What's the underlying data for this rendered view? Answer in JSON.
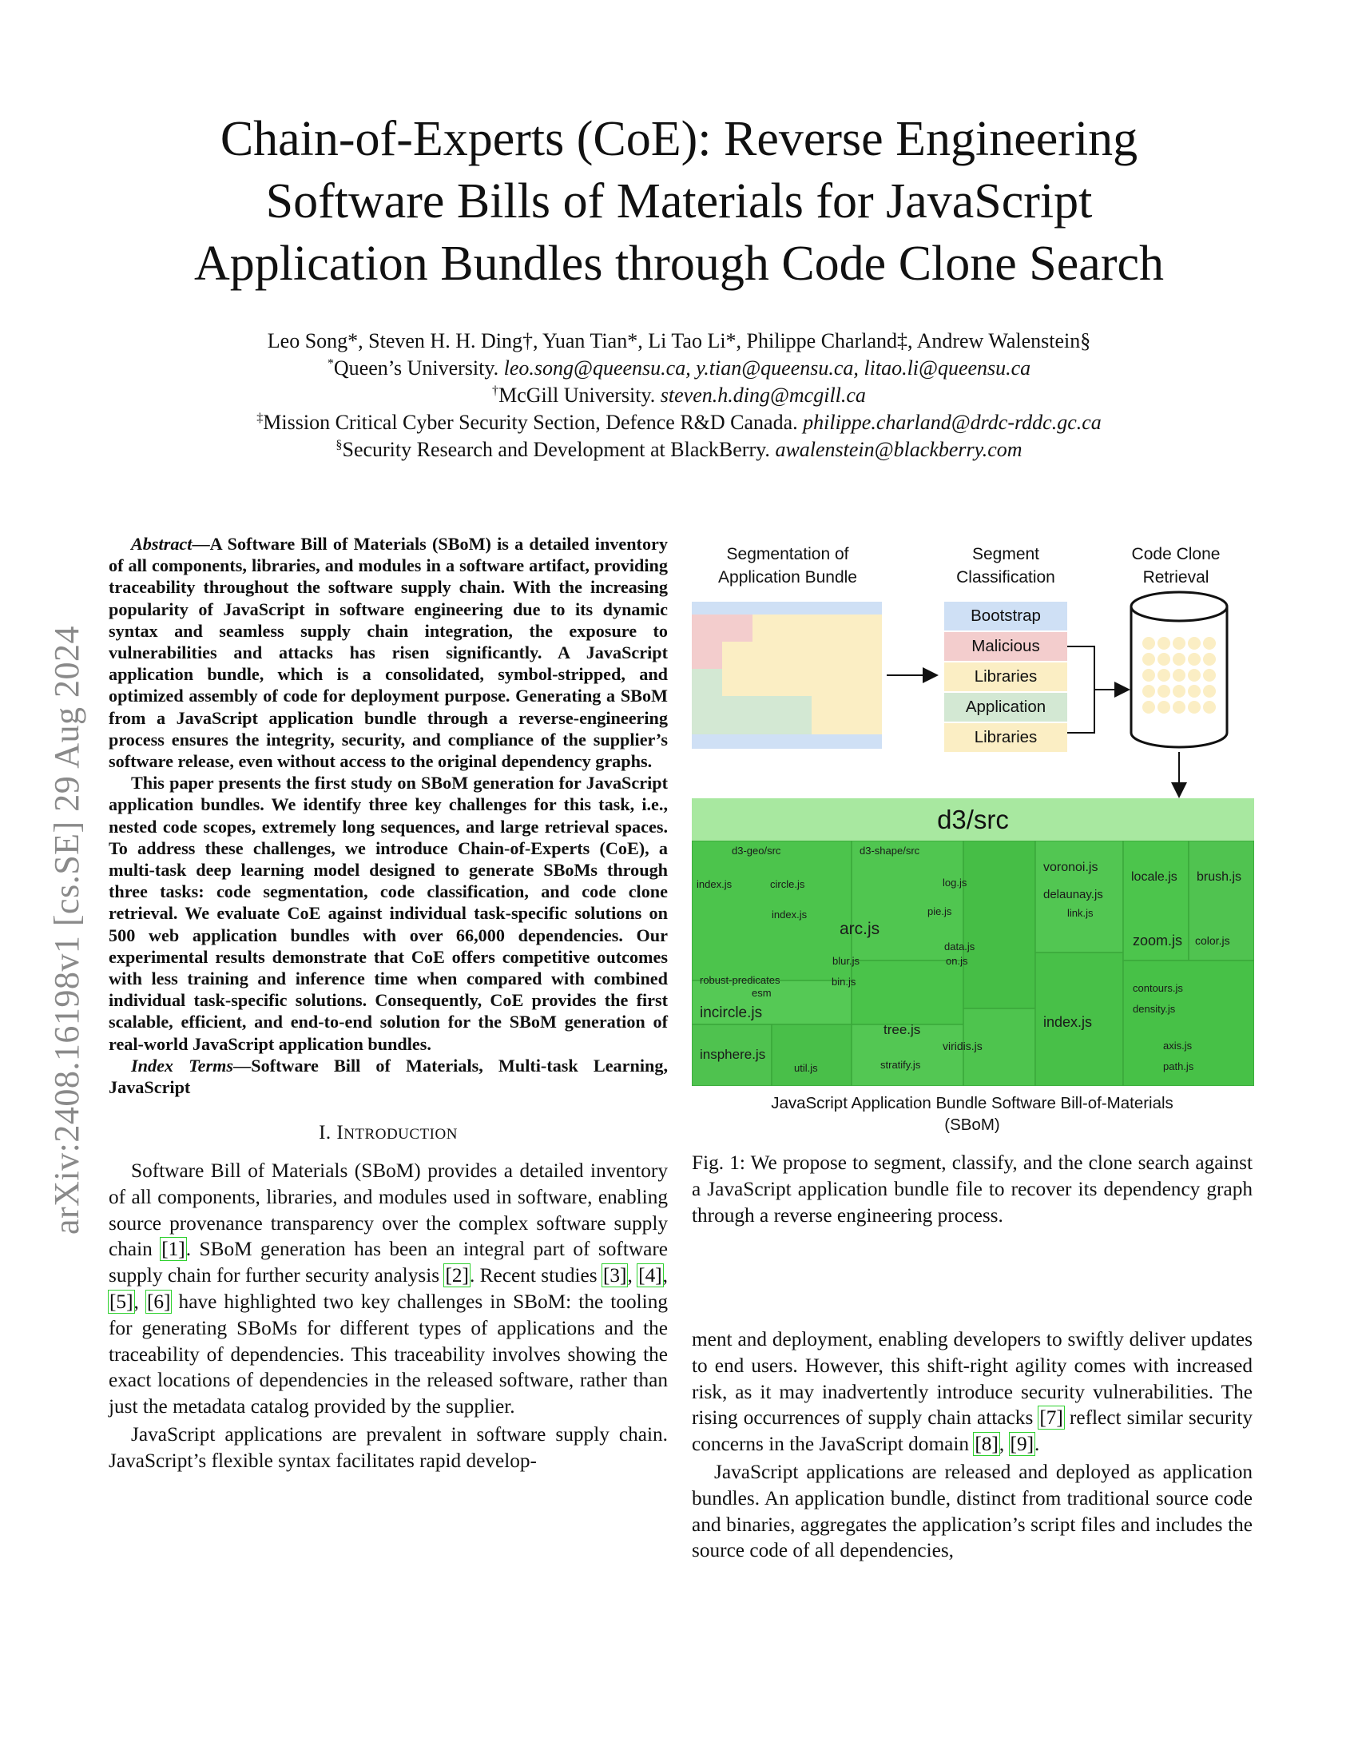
{
  "arxiv_stamp": "arXiv:2408.16198v1  [cs.SE]  29 Aug 2024",
  "title_lines": [
    "Chain-of-Experts (CoE): Reverse Engineering",
    "Software Bills of Materials for JavaScript",
    "Application Bundles through Code Clone Search"
  ],
  "authors": {
    "names": "Leo Song*, Steven H. H. Ding†, Yuan Tian*, Li Tao Li*, Philippe Charland‡, Andrew Walenstein§",
    "aff1_mark": "*",
    "aff1_text": "Queen’s University. ",
    "aff1_email": "leo.song@queensu.ca, y.tian@queensu.ca, litao.li@queensu.ca",
    "aff2_mark": "†",
    "aff2_text": "McGill University. ",
    "aff2_email": "steven.h.ding@mcgill.ca",
    "aff3_mark": "‡",
    "aff3_text": "Mission Critical Cyber Security Section, Defence R&D Canada. ",
    "aff3_email": "philippe.charland@drdc-rddc.gc.ca",
    "aff4_mark": "§",
    "aff4_text": "Security Research and Development at BlackBerry. ",
    "aff4_email": "awalenstein@blackberry.com"
  },
  "abstract": {
    "label": "Abstract",
    "dash": "—",
    "p1": "A Software Bill of Materials (SBoM) is a detailed inventory of all components, libraries, and modules in a software artifact, providing traceability throughout the software supply chain. With the increasing popularity of JavaScript in software engineering due to its dynamic syntax and seamless supply chain integration, the exposure to vulnerabilities and attacks has risen significantly. A JavaScript application bundle, which is a consolidated, symbol-stripped, and optimized assembly of code for deployment purpose. Generating a SBoM from a JavaScript application bundle through a reverse-engineering process ensures the integrity, security, and compliance of the supplier’s software release, even without access to the original dependency graphs.",
    "p2": "This paper presents the first study on SBoM generation for JavaScript application bundles. We identify three key challenges for this task, i.e., nested code scopes, extremely long sequences, and large retrieval spaces. To address these challenges, we introduce Chain-of-Experts (CoE), a multi-task deep learning model designed to generate SBoMs through three tasks: code segmentation, code classification, and code clone retrieval. We evaluate CoE against individual task-specific solutions on 500 web application bundles with over 66,000 dependencies. Our experimental results demonstrate that CoE offers competitive outcomes with less training and inference time when compared with combined individual task-specific solutions. Consequently, CoE provides the first scalable, efficient, and end-to-end solution for the SBoM generation of real-world JavaScript application bundles.",
    "index_label": "Index Terms",
    "index_terms": "—Software Bill of Materials, Multi-task Learning, JavaScript"
  },
  "section1": {
    "heading_num": "I. ",
    "heading_cap": "I",
    "heading_rest": "NTRODUCTION",
    "p1_a": "Software Bill of Materials (SBoM) provides a detailed inventory of all components, libraries, and modules used in software, enabling source provenance transparency over the complex software supply chain ",
    "c1": "[1]",
    "p1_b": ". SBoM generation has been an integral part of software supply chain for further security analysis ",
    "c2": "[2]",
    "p1_c": ". Recent studies ",
    "c3": "[3]",
    "c4": "[4]",
    "c5": "[5]",
    "c6": "[6]",
    "p1_d": " have highlighted two key challenges in SBoM: the tooling for generating SBoMs for different types of applications and the traceability of dependencies. This traceability involves showing the exact locations of dependencies in the released software, rather than just the metadata catalog provided by the supplier.",
    "p2": "JavaScript applications are prevalent in software supply chain. JavaScript’s flexible syntax facilitates rapid develop-",
    "r1_a": "ment and deployment, enabling developers to swiftly deliver updates to end users. However, this shift-right agility comes with increased risk, as it may inadvertently introduce security vulnerabilities. The rising occurrences of supply chain attacks ",
    "c7": "[7]",
    "r1_b": " reflect similar security concerns in the JavaScript domain ",
    "c8": "[8]",
    "c9": "[9]",
    "r2": "JavaScript applications are released and deployed as application bundles. An application bundle, distinct from traditional source code and binaries, aggregates the application’s script files and includes the source code of all dependencies,"
  },
  "figure": {
    "stage1_l1": "Segmentation of",
    "stage1_l2": "Application Bundle",
    "stage2_l1": "Segment",
    "stage2_l2": "Classification",
    "stage3_l1": "Code Clone",
    "stage3_l2": "Retrieval",
    "classes": [
      "Bootstrap",
      "Malicious",
      "Libraries",
      "Application",
      "Libraries"
    ],
    "class_colors": [
      "#cfe0f5",
      "#f3cdcd",
      "#fbeec4",
      "#d3e8d3",
      "#fbeec4"
    ],
    "treemap_title": "d3/src",
    "treemap_labels": [
      "d3-geo/src",
      "d3-shape/src",
      "voronoi.js",
      "locale.js",
      "brush.js",
      "index.js",
      "delaunay.js",
      "link.js",
      "index.js",
      "arc.js",
      "zoom.js",
      "color.js",
      "log.js",
      "pie.js",
      "robust-predicates",
      "esm",
      "bin.js",
      "incircle.js",
      "tree.js",
      "index.js",
      "insphere.js",
      "viridis.js",
      "axis.js",
      "path.js",
      "blur.js",
      "on.js",
      "contours.js",
      "density.js",
      "stratify.js",
      "util.js",
      "circle.js",
      "data.js"
    ],
    "title_l1": "JavaScript Application Bundle Software Bill-of-Materials",
    "title_l2": "(SBoM)",
    "caption": "Fig. 1: We propose to segment, classify, and the clone search against a JavaScript application bundle file to recover its dependency graph through a reverse engineering process."
  }
}
